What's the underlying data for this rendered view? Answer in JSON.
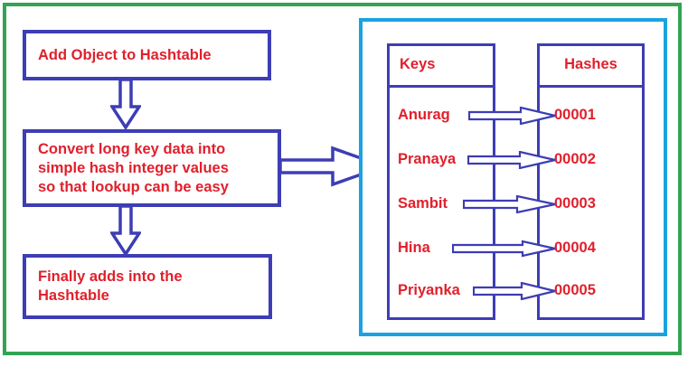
{
  "diagram": {
    "title": "Add Object to Hashtable flow",
    "colors": {
      "outer_border": "#34a353",
      "inner_panel_border": "#1aa3e0",
      "box_border": "#3d3db5",
      "text": "#e0202c",
      "arrow": "#3d3db5",
      "background": "#ffffff"
    }
  },
  "flow": {
    "steps": [
      {
        "id": "add",
        "text_lines": [
          "Add Object to Hashtable"
        ]
      },
      {
        "id": "convert",
        "text_lines": [
          "Convert long key data into",
          "simple hash integer values",
          "so that lookup can be easy"
        ]
      },
      {
        "id": "final",
        "text_lines": [
          "Finally adds into the",
          "Hashtable"
        ]
      }
    ],
    "connectors": [
      {
        "id": "arrow-add-to-convert",
        "direction": "down"
      },
      {
        "id": "arrow-convert-to-final",
        "direction": "down"
      },
      {
        "id": "arrow-convert-to-table",
        "direction": "right"
      }
    ]
  },
  "table": {
    "headers": {
      "keys": "Keys",
      "hashes": "Hashes"
    },
    "rows": [
      {
        "key": "Anurag",
        "hash": "00001"
      },
      {
        "key": "Pranaya",
        "hash": "00002"
      },
      {
        "key": "Sambit",
        "hash": "00003"
      },
      {
        "key": "Hina",
        "hash": "00004"
      },
      {
        "key": "Priyanka",
        "hash": "00005"
      }
    ]
  }
}
